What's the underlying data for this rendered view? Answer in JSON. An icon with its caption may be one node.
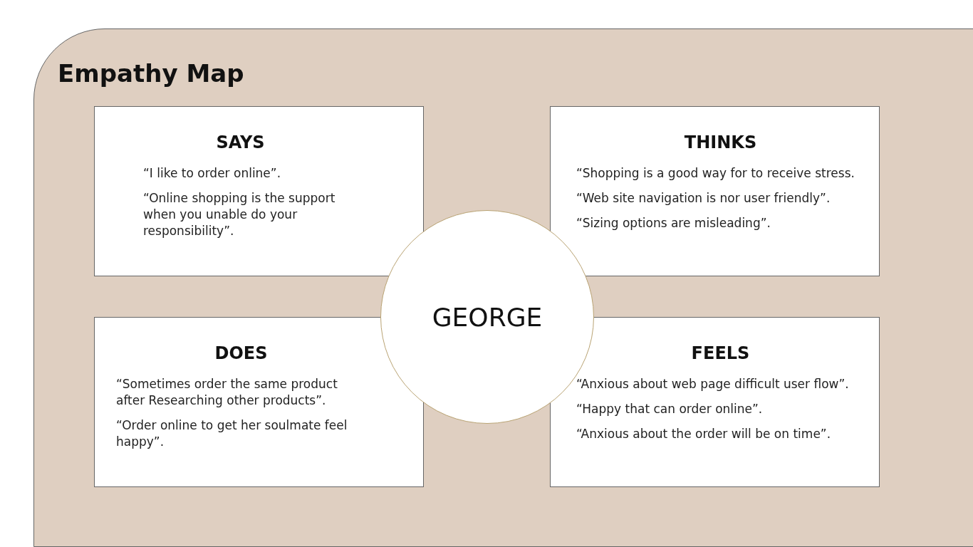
{
  "diagram": {
    "nodes": [
      {
        "text": [
          "Empathy Map"
        ]
      },
      {
        "text": [
          "SAYS",
          "“I like to order online”.",
          "“Online shopping is the support when you unable do your responsibility”."
        ],
        "in": 0
      },
      {
        "text": [
          "THINKS",
          "“Shopping is a good way for to receive stress.",
          "“Web site navigation is nor user friendly”.",
          "“Sizing options are misleading”."
        ],
        "in": 0
      },
      {
        "text": [
          "DOES",
          "“Sometimes order the same product after Researching other products”.",
          "“Order online to get her soulmate feel happy”."
        ],
        "in": 0
      },
      {
        "text": [
          "FEELS",
          "“Anxious about web page difficult user flow”.",
          "“Happy that can order online”.",
          "“Anxious about the order will be on time”."
        ],
        "in": 0
      },
      {
        "text": [
          "GEORGE"
        ],
        "in": 0
      }
    ]
  }
}
